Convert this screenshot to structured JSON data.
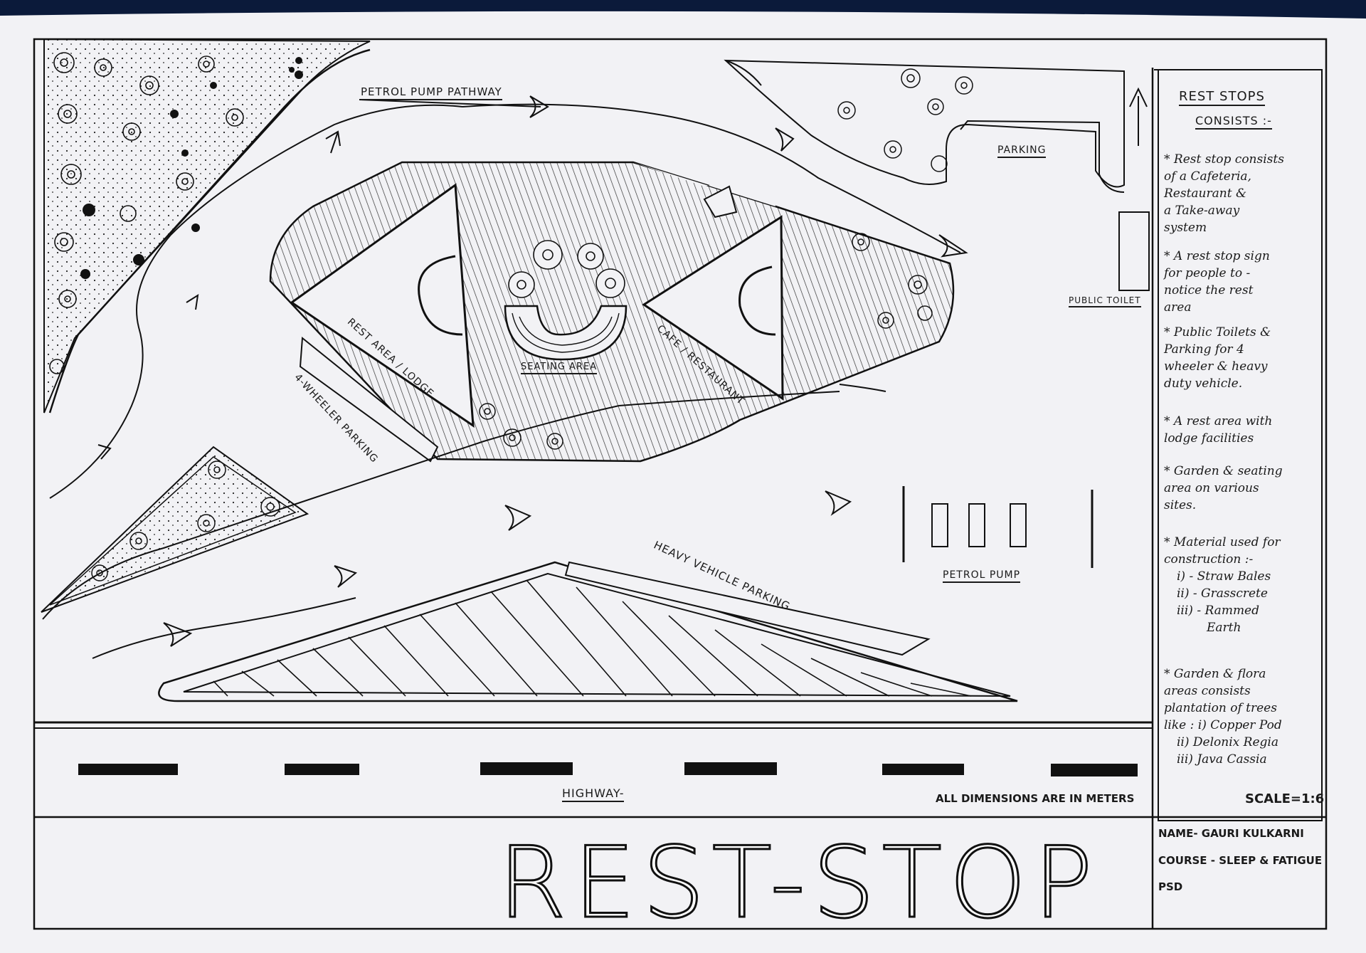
{
  "labels": {
    "petrol_pump_pathway": "PETROL PUMP PATHWAY",
    "parking": "PARKING",
    "public_toilet": "PUBLIC TOILET",
    "rest_area_lodge": "REST AREA / LODGE",
    "seating_area": "SEATING AREA",
    "cafe_restaurant": "CAFE / RESTAURANT",
    "four_wheeler_parking": "4-WHEELER PARKING",
    "heavy_vehicle_parking": "HEAVY VEHICLE PARKING",
    "petrol_pump": "PETROL PUMP",
    "highway": "HIGHWAY-",
    "dimensions_note": "ALL DIMENSIONS ARE IN METERS"
  },
  "sidebar": {
    "title_line1": "REST STOPS",
    "title_line2": "CONSISTS :-",
    "notes": [
      [
        "* Rest stop consists",
        "of a Cafeteria,",
        "Restaurant &",
        "a Take-away",
        "system"
      ],
      [
        "* A rest stop sign",
        "for people to -",
        "notice the rest",
        "area"
      ],
      [
        "* Public Toilets &",
        "Parking for 4",
        "wheeler & heavy",
        "duty vehicle."
      ],
      [
        "* A rest area with",
        "lodge facilities"
      ],
      [
        "* Garden & seating",
        "area on various",
        "sites."
      ],
      [
        "* Material used for",
        "construction :-",
        "i) - Straw Bales",
        "ii) - Grasscrete",
        "iii) - Rammed",
        "Earth"
      ],
      [
        "* Garden & flora",
        "areas consists",
        "plantation of trees",
        "like : i) Copper Pod",
        "ii) Delonix Regia",
        "iii) Java Cassia"
      ]
    ],
    "scale": "SCALE=1:6"
  },
  "title_block": {
    "title": "REST-STOP",
    "name": "NAME- GAURI KULKARNI",
    "course": "COURSE - SLEEP & FATIGUE",
    "psd": "PSD"
  }
}
